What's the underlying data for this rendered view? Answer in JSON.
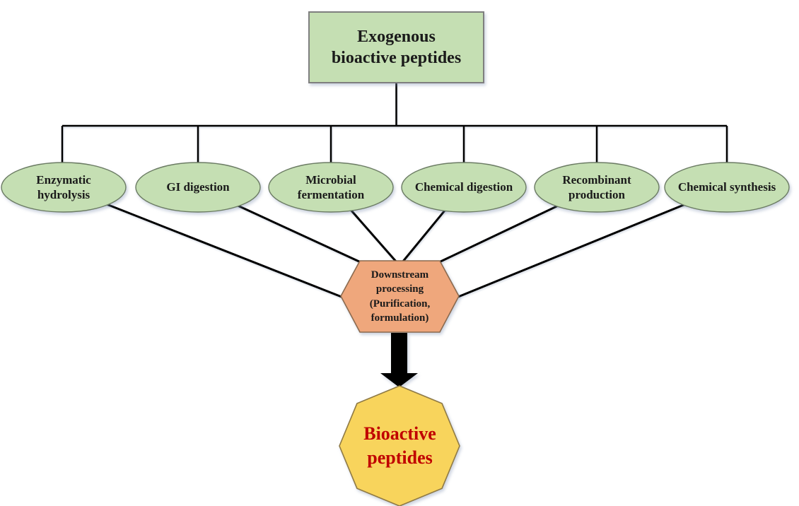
{
  "diagram": {
    "root": {
      "label": "Exogenous\nbioactive peptides"
    },
    "processes": [
      {
        "label": "Enzymatic\nhydrolysis"
      },
      {
        "label": "GI digestion"
      },
      {
        "label": "Microbial\nfermentation"
      },
      {
        "label": "Chemical digestion"
      },
      {
        "label": "Recombinant\nproduction"
      },
      {
        "label": "Chemical synthesis"
      }
    ],
    "downstream": {
      "label": "Downstream\nprocessing\n(Purification,\nformulation)"
    },
    "output": {
      "label": "Bioactive\npeptides"
    },
    "colors": {
      "node_green_fill": "#c5dfb3",
      "node_green_stroke": "#6b7b63",
      "root_box_stroke": "#7f7f7f",
      "hexagon_fill": "#efa77c",
      "hexagon_stroke": "#8a6a4f",
      "octagon_fill": "#f8d45c",
      "octagon_stroke": "#8f7a45",
      "output_text": "#c00000",
      "connector": "#000000"
    }
  }
}
